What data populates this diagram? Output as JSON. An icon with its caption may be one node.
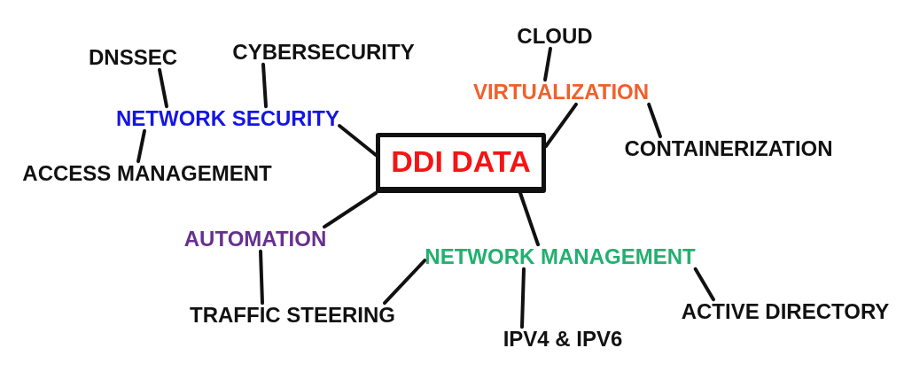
{
  "diagram": {
    "nodes": [
      {
        "text": [
          "DDI DATA"
        ]
      },
      {
        "text": [
          "NETWORK SECURITY"
        ]
      },
      {
        "text": [
          "DNSSEC"
        ]
      },
      {
        "text": [
          "CYBERSECURITY"
        ]
      },
      {
        "text": [
          "ACCESS MANAGEMENT"
        ]
      },
      {
        "text": [
          "VIRTUALIZATION"
        ]
      },
      {
        "text": [
          "CLOUD"
        ]
      },
      {
        "text": [
          "CONTAINERIZATION"
        ]
      },
      {
        "text": [
          "AUTOMATION"
        ]
      },
      {
        "text": [
          "NETWORK MANAGEMENT"
        ]
      },
      {
        "text": [
          "TRAFFIC STEERING"
        ]
      },
      {
        "text": [
          "IPV4 & IPV6"
        ]
      },
      {
        "text": [
          "ACTIVE DIRECTORY"
        ]
      }
    ],
    "edges": [
      {
        "from": 0,
        "to": 1,
        "arrow": "none"
      },
      {
        "from": 1,
        "to": 2,
        "arrow": "none"
      },
      {
        "from": 1,
        "to": 3,
        "arrow": "none"
      },
      {
        "from": 1,
        "to": 4,
        "arrow": "none"
      },
      {
        "from": 0,
        "to": 5,
        "arrow": "none"
      },
      {
        "from": 5,
        "to": 6,
        "arrow": "none"
      },
      {
        "from": 5,
        "to": 7,
        "arrow": "none"
      },
      {
        "from": 0,
        "to": 8,
        "arrow": "none"
      },
      {
        "from": 8,
        "to": 10,
        "arrow": "none"
      },
      {
        "from": 0,
        "to": 9,
        "arrow": "none"
      },
      {
        "from": 9,
        "to": 10,
        "arrow": "none"
      },
      {
        "from": 9,
        "to": 11,
        "arrow": "none"
      },
      {
        "from": 9,
        "to": 12,
        "arrow": "none"
      }
    ]
  }
}
